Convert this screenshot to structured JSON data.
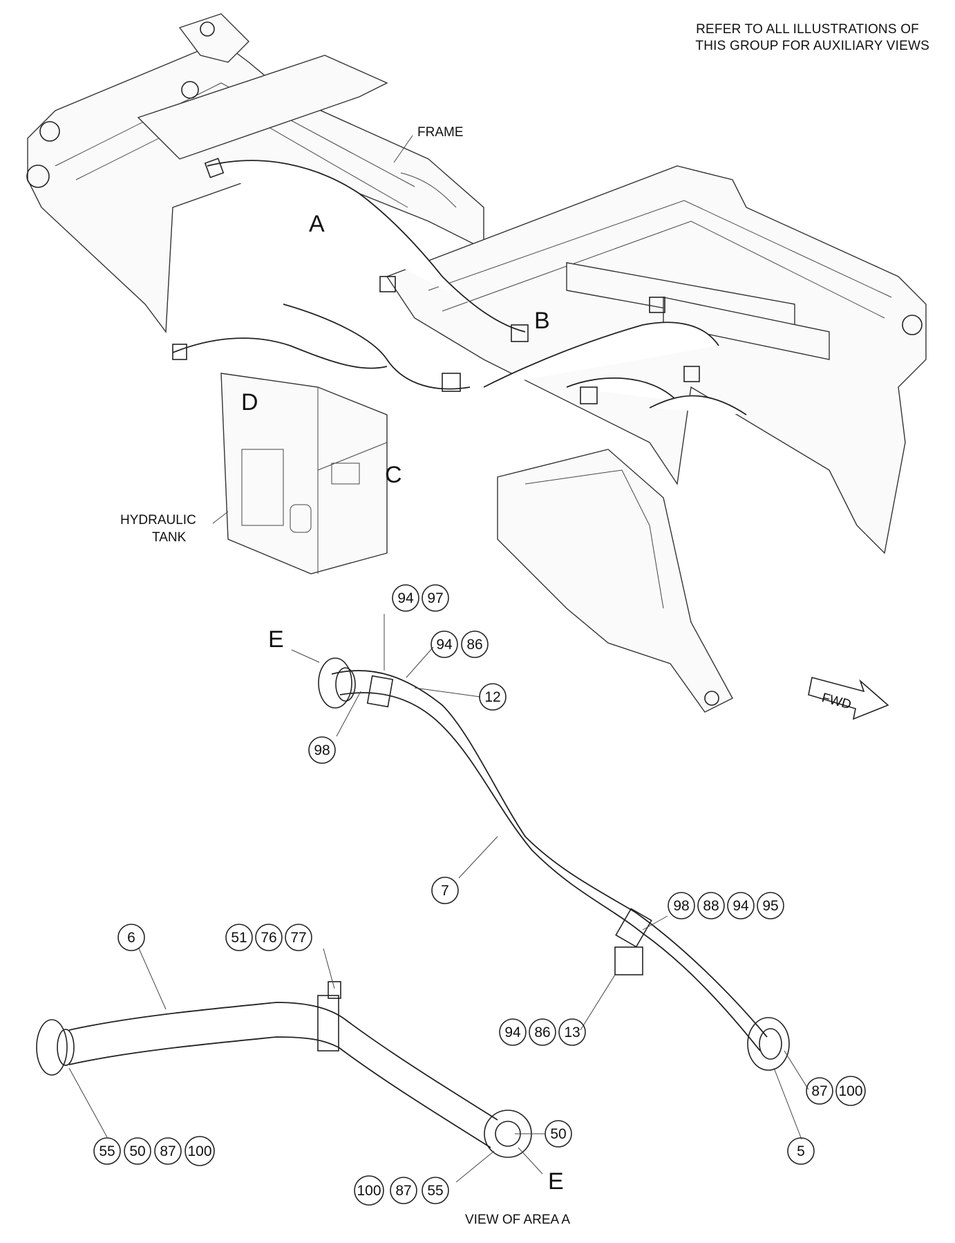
{
  "notes": {
    "refer_line1": "REFER TO ALL ILLUSTRATIONS OF",
    "refer_line2": "THIS GROUP FOR AUXILIARY VIEWS",
    "view_caption": "VIEW OF AREA  A"
  },
  "labels": {
    "frame": "FRAME",
    "hydraulic_tank_line1": "HYDRAULIC",
    "hydraulic_tank_line2": "TANK",
    "fwd": "FWD"
  },
  "area_letters": {
    "a": "A",
    "b": "B",
    "c": "C",
    "d": "D",
    "e_top": "E",
    "e_bottom": "E"
  },
  "callouts": {
    "c94_top": "94",
    "c97": "97",
    "c94_mid": "94",
    "c86_mid": "86",
    "c12": "12",
    "c98_left": "98",
    "c7": "7",
    "c98_right": "98",
    "c88": "88",
    "c94_right": "94",
    "c95": "95",
    "c94_low": "94",
    "c86_low": "86",
    "c13": "13",
    "c87_right": "87",
    "c100_right": "100",
    "c5": "5",
    "c6": "6",
    "c51": "51",
    "c76": "76",
    "c77": "77",
    "c55_left": "55",
    "c50_left": "50",
    "c87_left": "87",
    "c100_left": "100",
    "c50_mid": "50",
    "c100_bottom": "100",
    "c87_bottom": "87",
    "c55_bottom": "55"
  }
}
